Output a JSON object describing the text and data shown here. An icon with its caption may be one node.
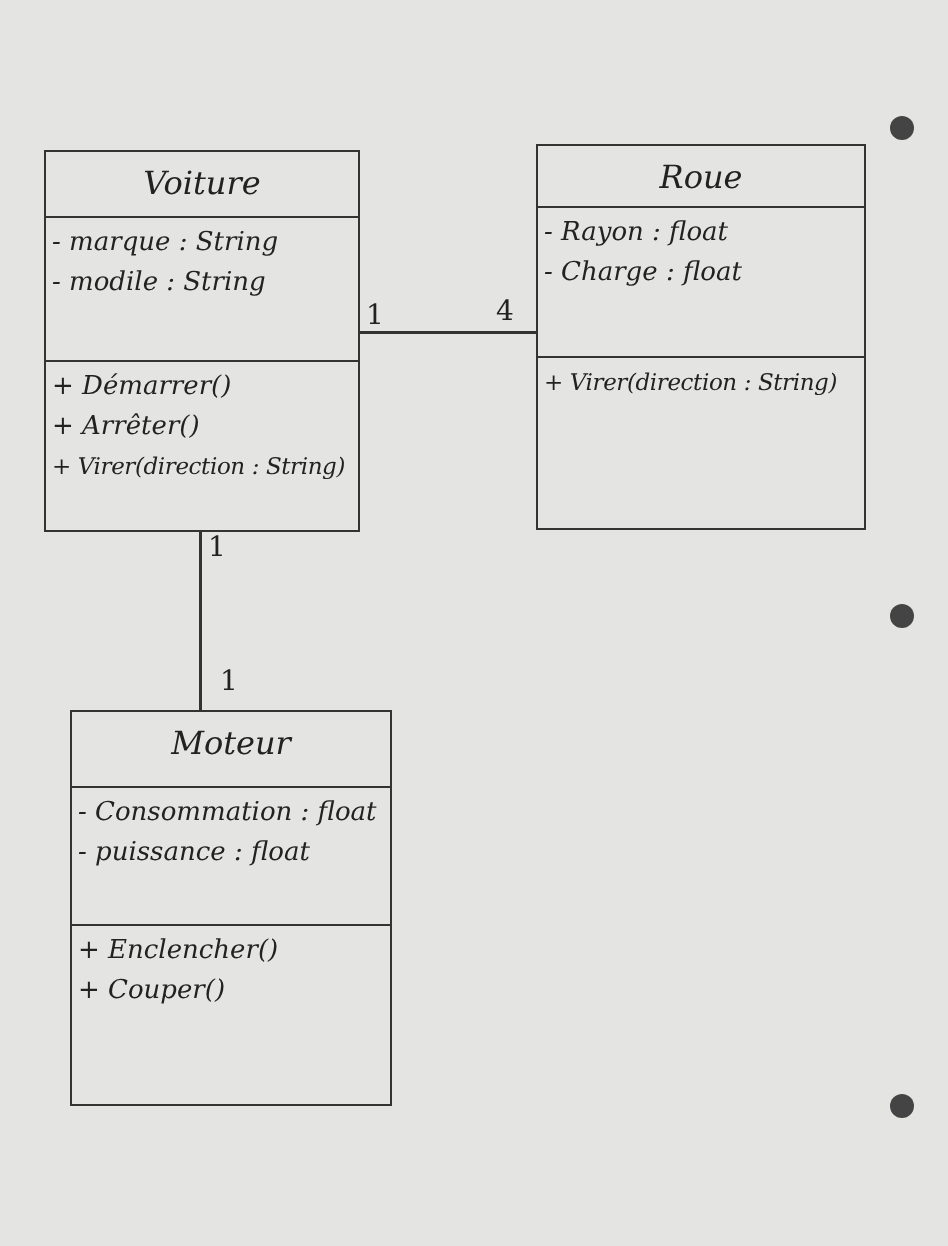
{
  "diagram": {
    "nodes": [
      {
        "text": [
          "Voiture"
        ]
      },
      {
        "text": [
          "- marque : String",
          "- modile : String"
        ],
        "in": 0
      },
      {
        "text": [
          "+ Démarrer()",
          "+ Arrêter()",
          "+ Virer(direction : String)"
        ],
        "in": 0
      },
      {
        "text": [
          "Roue"
        ]
      },
      {
        "text": [
          "- Rayon : float",
          "- Charge : float"
        ],
        "in": 3
      },
      {
        "text": [
          "+ Virer(direction : String)"
        ],
        "in": 3
      },
      {
        "text": [
          "Moteur"
        ]
      },
      {
        "text": [
          "- Consommation : float",
          "- puissance : float"
        ],
        "in": 6
      },
      {
        "text": [
          "+ Enclencher()",
          "+ Couper()"
        ],
        "in": 6
      }
    ],
    "edges": [
      {
        "from": 0,
        "to": 3,
        "arrow": "none"
      },
      {
        "from": 0,
        "to": 6,
        "arrow": "none"
      }
    ],
    "labels": [
      "1",
      "4",
      "1",
      "1"
    ]
  }
}
